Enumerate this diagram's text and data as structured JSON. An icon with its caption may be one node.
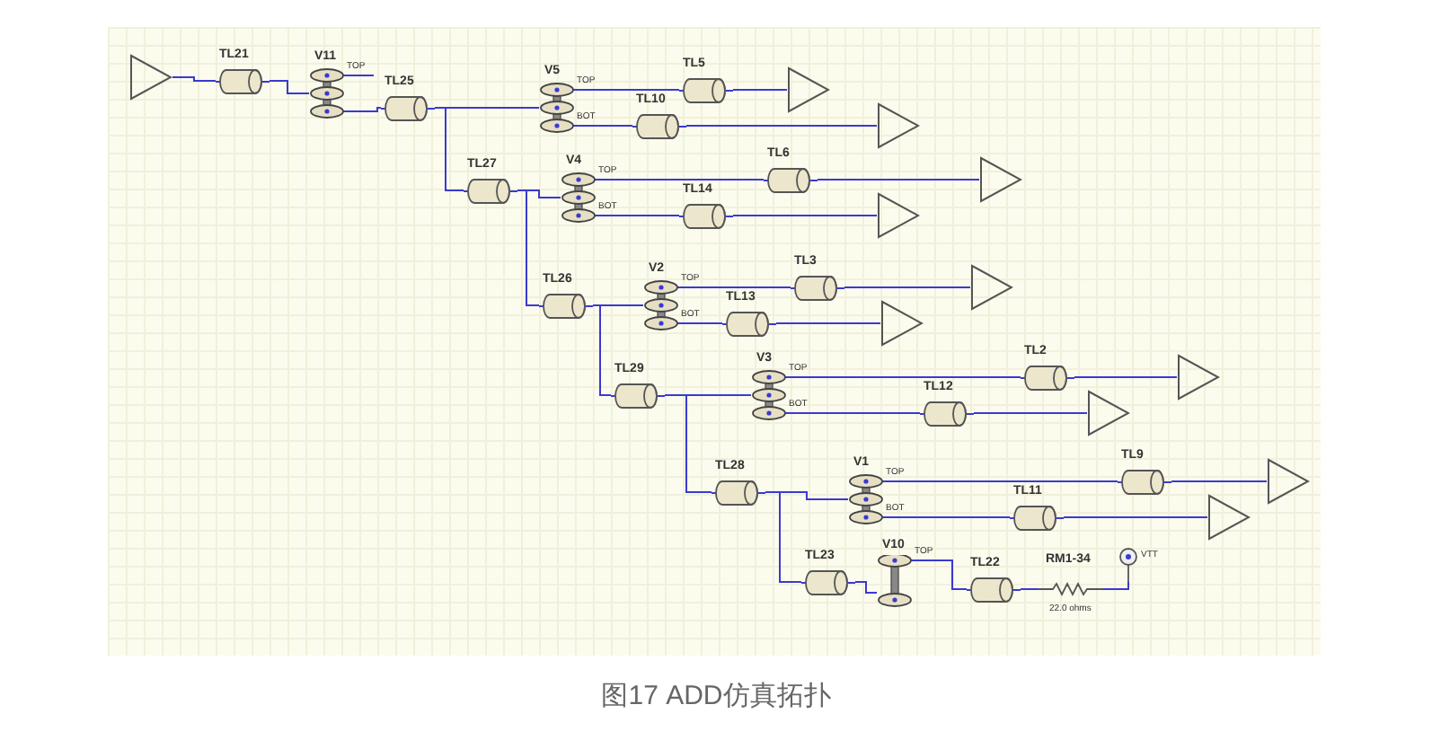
{
  "diagram": {
    "caption": "图17 ADD仿真拓扑",
    "nodes": [
      {
        "text": [],
        "shape": "triangle"
      },
      {
        "text": [
          "TL21"
        ]
      },
      {
        "text": [
          "V11",
          "TOP"
        ]
      },
      {
        "text": [
          "TL25"
        ]
      },
      {
        "text": [
          "V5",
          "TOP",
          "BOT"
        ]
      },
      {
        "text": [
          "TL5"
        ]
      },
      {
        "text": [],
        "shape": "triangle"
      },
      {
        "text": [
          "TL10"
        ]
      },
      {
        "text": [],
        "shape": "triangle"
      },
      {
        "text": [
          "TL27"
        ]
      },
      {
        "text": [
          "V4",
          "TOP",
          "BOT"
        ]
      },
      {
        "text": [
          "TL6"
        ]
      },
      {
        "text": [],
        "shape": "triangle"
      },
      {
        "text": [
          "TL14"
        ]
      },
      {
        "text": [],
        "shape": "triangle"
      },
      {
        "text": [
          "TL26"
        ]
      },
      {
        "text": [
          "V2",
          "TOP",
          "BOT"
        ]
      },
      {
        "text": [
          "TL3"
        ]
      },
      {
        "text": [],
        "shape": "triangle"
      },
      {
        "text": [
          "TL13"
        ]
      },
      {
        "text": [],
        "shape": "triangle"
      },
      {
        "text": [
          "TL29"
        ]
      },
      {
        "text": [
          "V3",
          "TOP",
          "BOT"
        ]
      },
      {
        "text": [
          "TL2"
        ]
      },
      {
        "text": [],
        "shape": "triangle"
      },
      {
        "text": [
          "TL12"
        ]
      },
      {
        "text": [],
        "shape": "triangle"
      },
      {
        "text": [
          "TL28"
        ]
      },
      {
        "text": [
          "V1",
          "TOP",
          "BOT"
        ]
      },
      {
        "text": [
          "TL9"
        ]
      },
      {
        "text": [],
        "shape": "triangle"
      },
      {
        "text": [
          "TL11"
        ]
      },
      {
        "text": [],
        "shape": "triangle"
      },
      {
        "text": [
          "TL23"
        ]
      },
      {
        "text": [
          "V10",
          "TOP"
        ]
      },
      {
        "text": [
          "TL22"
        ]
      },
      {
        "text": [
          "RM1-34",
          "22.0 ohms"
        ]
      },
      {
        "text": [
          "VTT"
        ]
      }
    ],
    "edges": [
      {
        "from": 0,
        "to": 1,
        "arrow": "none"
      },
      {
        "from": 1,
        "to": 2,
        "arrow": "none"
      },
      {
        "from": 2,
        "to": 3,
        "arrow": "none"
      },
      {
        "from": 3,
        "to": 4,
        "arrow": "none"
      },
      {
        "from": 4,
        "to": 5,
        "arrow": "none"
      },
      {
        "from": 5,
        "to": 6,
        "arrow": "none"
      },
      {
        "from": 4,
        "to": 7,
        "arrow": "none"
      },
      {
        "from": 7,
        "to": 8,
        "arrow": "none"
      },
      {
        "from": 3,
        "to": 9,
        "arrow": "none"
      },
      {
        "from": 9,
        "to": 10,
        "arrow": "none"
      },
      {
        "from": 10,
        "to": 11,
        "arrow": "none"
      },
      {
        "from": 11,
        "to": 12,
        "arrow": "none"
      },
      {
        "from": 10,
        "to": 13,
        "arrow": "none"
      },
      {
        "from": 13,
        "to": 14,
        "arrow": "none"
      },
      {
        "from": 9,
        "to": 15,
        "arrow": "none"
      },
      {
        "from": 15,
        "to": 16,
        "arrow": "none"
      },
      {
        "from": 16,
        "to": 17,
        "arrow": "none"
      },
      {
        "from": 17,
        "to": 18,
        "arrow": "none"
      },
      {
        "from": 16,
        "to": 19,
        "arrow": "none"
      },
      {
        "from": 19,
        "to": 20,
        "arrow": "none"
      },
      {
        "from": 15,
        "to": 21,
        "arrow": "none"
      },
      {
        "from": 21,
        "to": 22,
        "arrow": "none"
      },
      {
        "from": 22,
        "to": 23,
        "arrow": "none"
      },
      {
        "from": 23,
        "to": 24,
        "arrow": "none"
      },
      {
        "from": 22,
        "to": 25,
        "arrow": "none"
      },
      {
        "from": 25,
        "to": 26,
        "arrow": "none"
      },
      {
        "from": 21,
        "to": 27,
        "arrow": "none"
      },
      {
        "from": 27,
        "to": 28,
        "arrow": "none"
      },
      {
        "from": 28,
        "to": 29,
        "arrow": "none"
      },
      {
        "from": 29,
        "to": 30,
        "arrow": "none"
      },
      {
        "from": 28,
        "to": 31,
        "arrow": "none"
      },
      {
        "from": 31,
        "to": 32,
        "arrow": "none"
      },
      {
        "from": 27,
        "to": 33,
        "arrow": "none"
      },
      {
        "from": 33,
        "to": 34,
        "arrow": "none"
      },
      {
        "from": 34,
        "to": 35,
        "arrow": "none"
      },
      {
        "from": 37,
        "to": 36,
        "arrow": "none"
      },
      {
        "from": 36,
        "to": 35,
        "arrow": "none"
      }
    ]
  }
}
